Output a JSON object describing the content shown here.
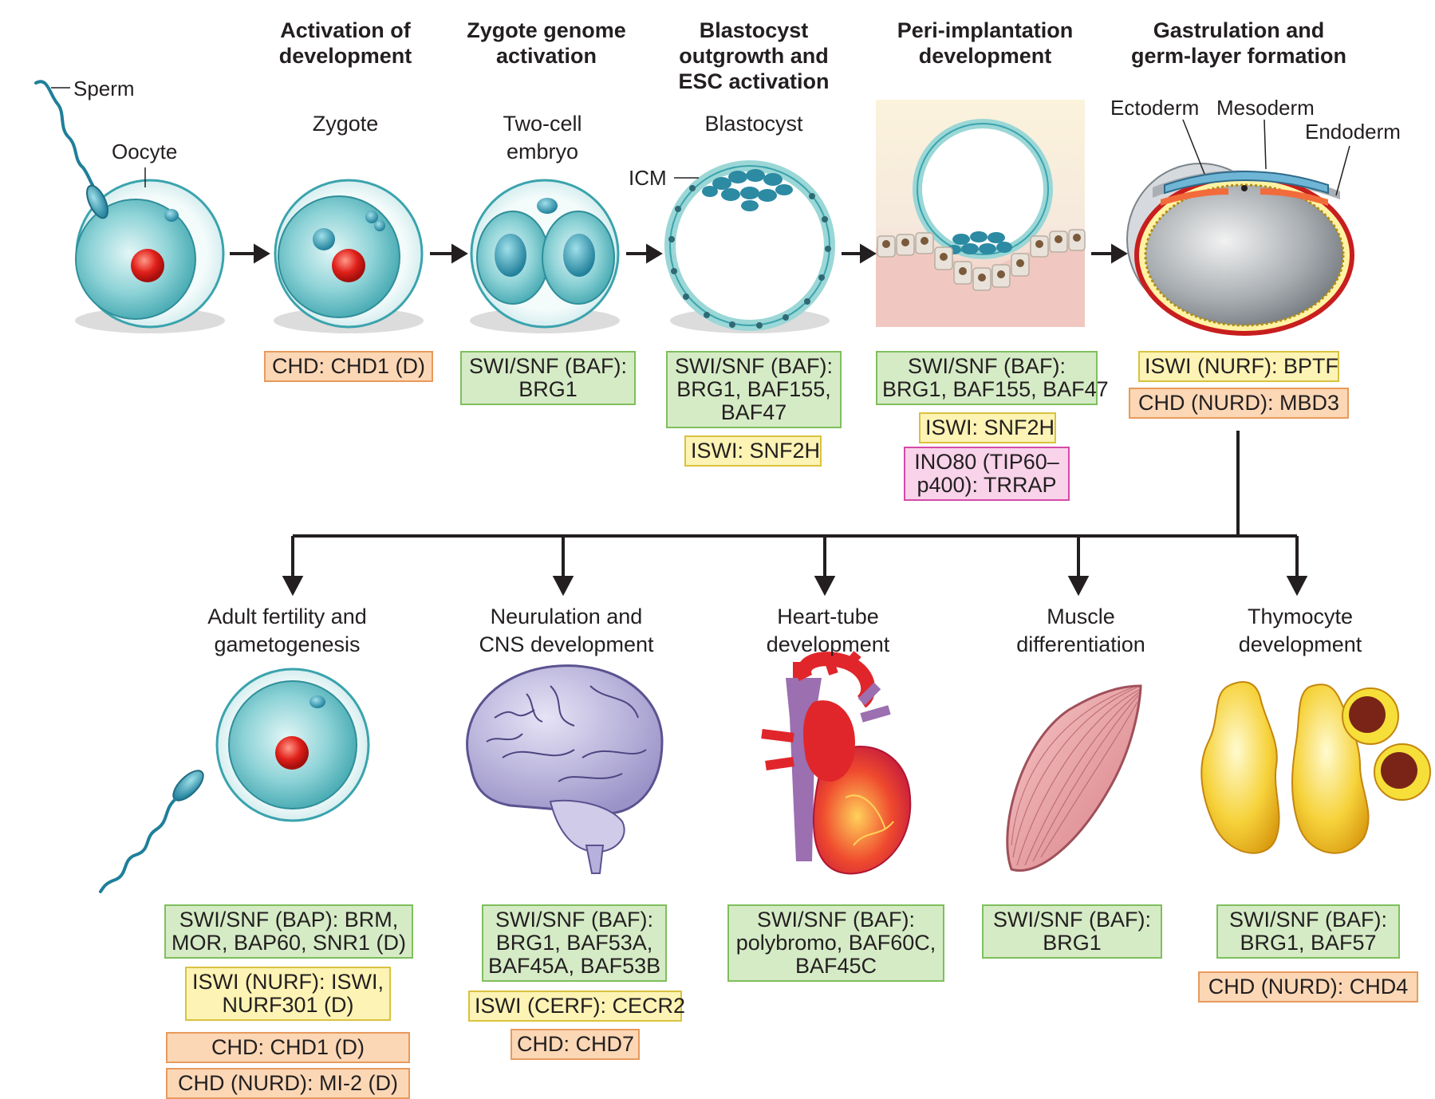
{
  "stages": [
    {
      "title": "Activation of\ndevelopment"
    },
    {
      "title": "Zygote genome\nactivation"
    },
    {
      "title": "Blastocyst\noutgrowth and\nESC activation"
    },
    {
      "title": "Peri-implantation\ndevelopment"
    },
    {
      "title": "Gastrulation and\ngerm-layer formation"
    }
  ],
  "captions": {
    "zygote": "Zygote",
    "two_cell": "Two-cell\nembryo",
    "blastocyst": "Blastocyst",
    "adult_fertility": "Adult fertility and\ngametogenesis",
    "neurulation": "Neurulation and\nCNS development",
    "heart_tube": "Heart-tube\ndevelopment",
    "muscle": "Muscle\ndifferentiation",
    "thymocyte": "Thymocyte\ndevelopment"
  },
  "labels": {
    "sperm": "Sperm",
    "oocyte": "Oocyte",
    "icm": "ICM",
    "ectoderm": "Ectoderm",
    "mesoderm": "Mesoderm",
    "endoderm": "Endoderm"
  },
  "boxes": {
    "zygote_chd": "CHD: CHD1 (D)",
    "twocell_swi": "SWI/SNF (BAF):\nBRG1",
    "blast_swi": "SWI/SNF (BAF):\nBRG1, BAF155,\nBAF47",
    "blast_iswi": "ISWI: SNF2H",
    "peri_swi": "SWI/SNF (BAF):\nBRG1, BAF155, BAF47",
    "peri_iswi": "ISWI: SNF2H",
    "peri_ino": "INO80 (TIP60–\np400): TRRAP",
    "gast_iswi": "ISWI (NURF): BPTF",
    "gast_chd": "CHD (NURD): MBD3",
    "adult_swi": "SWI/SNF (BAP): BRM,\nMOR, BAP60, SNR1 (D)",
    "adult_iswi": "ISWI (NURF): ISWI,\nNURF301 (D)",
    "adult_chd": "CHD: CHD1 (D)",
    "adult_chd_nurd": "CHD (NURD): MI-2 (D)",
    "neuro_swi": "SWI/SNF (BAF):\nBRG1, BAF53A,\nBAF45A, BAF53B",
    "neuro_iswi": "ISWI (CERF): CECR2",
    "neuro_chd": "CHD: CHD7",
    "heart_swi": "SWI/SNF (BAF):\npolybromo, BAF60C,\nBAF45C",
    "muscle_swi": "SWI/SNF (BAF):\nBRG1",
    "thymo_swi": "SWI/SNF (BAF):\nBRG1, BAF57",
    "thymo_chd": "CHD (NURD): CHD4"
  },
  "colors": {
    "swi_snf": "#d5ebc6",
    "iswi": "#fcf3b4",
    "chd": "#fbd7b5",
    "ino80": "#f8d3ea"
  }
}
